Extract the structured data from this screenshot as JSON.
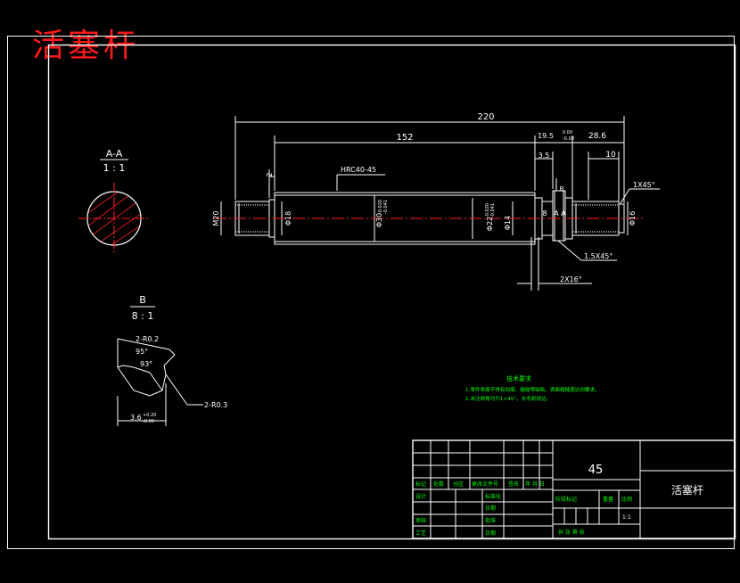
{
  "drawing": {
    "title": "活塞杆"
  },
  "views": {
    "section_aa": {
      "name": "A-A",
      "scale": "1 : 1"
    },
    "detail_b": {
      "name": "B",
      "scale": "8 : 1"
    }
  },
  "dimensions": {
    "overall_length": "220",
    "body_length": "152",
    "d_19_5": "19.5",
    "tol_19_5_upper": "0.00",
    "tol_19_5_lower": "-0.09",
    "d_28_6": "28.6",
    "d_3_5": "3.5",
    "d_10": "10",
    "d_2": "2",
    "hardness": "HRC40-45",
    "chamfer_right": "1X45°",
    "thread": "M20",
    "dia_18_left": "Φ18",
    "dia_30": "Φ30",
    "dia_30_upper": "-0.020",
    "dia_30_lower": "-0.041",
    "dia_22": "Φ22",
    "dia_22_upper": "-0.020",
    "dia_22_lower": "-0.041",
    "dia_14": "Φ14",
    "d_8": "8",
    "label_a_left": "A",
    "label_a_right": "A",
    "label_b": "B",
    "dia_16": "Φ16",
    "chamfer_mid": "1.5X45°",
    "groove": "2X16°",
    "detail_r_top": "2-R0.2",
    "detail_angle1": "95°",
    "detail_angle2": "93°",
    "detail_r_bottom": "2-R0.3",
    "detail_width": "3.6",
    "detail_width_upper": "+0.20",
    "detail_width_lower": "-0.00"
  },
  "notes": {
    "heading": "技术要求",
    "line1": "1.零件表面不得有划痕、磕碰等缺陷，表面粗糙度达到要求。",
    "line2": "2.未注倒角均为1×45°，去毛刺锐边。"
  },
  "title_block": {
    "material": "45",
    "part_name": "活塞杆",
    "cols": [
      "标记",
      "处数",
      "分区",
      "更改文件号",
      "签名",
      "年 月 日"
    ],
    "rows": [
      "设计",
      "审核",
      "工艺"
    ],
    "std": "标准化",
    "approve": "批准",
    "date_label": "日期",
    "stage_label": "阶段标记",
    "weight": "重量",
    "ratio": "比例",
    "scale_value": "1:1",
    "sheet_text": "共  张  第  张"
  },
  "colors": {
    "lines": "#ffffff",
    "title": "#ff1a1a",
    "centerline": "#ff2020",
    "hatch": "#ff2020",
    "notes": "#00ff00"
  }
}
